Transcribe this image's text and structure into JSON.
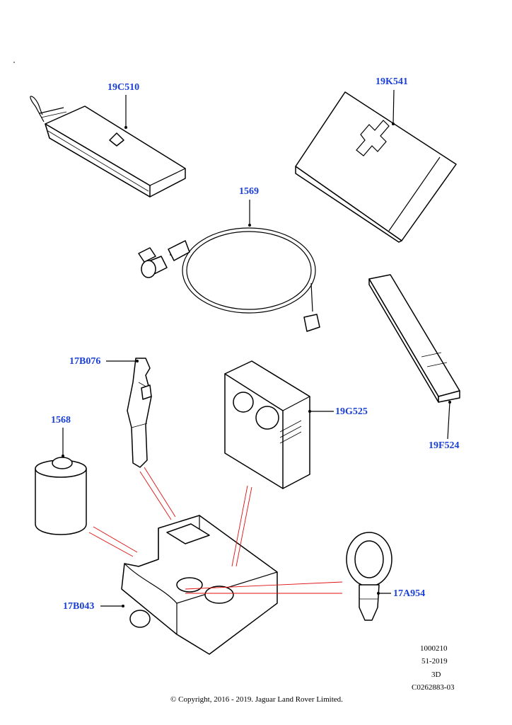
{
  "parts": [
    {
      "id": "19C510",
      "label": "19C510"
    },
    {
      "id": "19K541",
      "label": "19K541"
    },
    {
      "id": "1569",
      "label": "1569"
    },
    {
      "id": "17B076",
      "label": "17B076"
    },
    {
      "id": "19G525",
      "label": "19G525"
    },
    {
      "id": "19F524",
      "label": "19F524"
    },
    {
      "id": "1568",
      "label": "1568"
    },
    {
      "id": "17A954",
      "label": "17A954"
    },
    {
      "id": "17B043",
      "label": "17B043"
    }
  ],
  "meta": {
    "line1": "1000210",
    "line2": "51-2019",
    "line3": "3D",
    "line4": "C0262883-03"
  },
  "copyright": "© Copyright, 2016 - 2019. Jaguar Land Rover Limited.",
  "colors": {
    "label": "#1a3fd6",
    "leader_red": "#e01010",
    "ink": "#000000"
  }
}
